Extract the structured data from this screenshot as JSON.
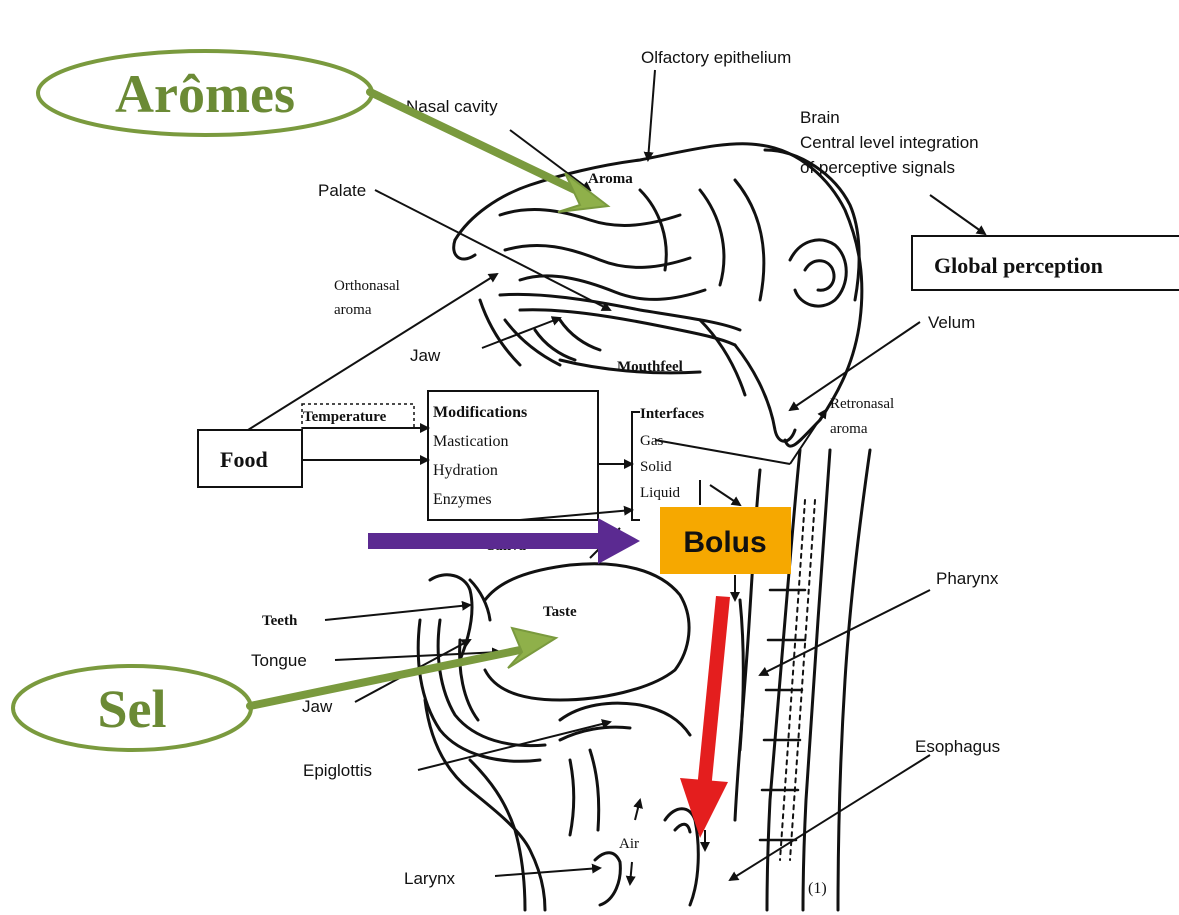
{
  "overlays": {
    "aromes": "Arômes",
    "sel": "Sel",
    "bolus": "Bolus"
  },
  "labels": {
    "olfactory": "Olfactory epithelium",
    "nasal_cavity": "Nasal cavity",
    "brain": "Brain",
    "brain_desc_1": "Central level integration",
    "brain_desc_2": "of perceptive signals",
    "aroma": "Aroma",
    "palate": "Palate",
    "global_perception": "Global perception",
    "orthonasal_1": "Orthonasal",
    "orthonasal_2": "aroma",
    "velum": "Velum",
    "jaw_upper": "Jaw",
    "mouthfeel": "Mouthfeel",
    "temperature": "Temperature",
    "modifications": "Modifications",
    "mastication": "Mastication",
    "hydration": "Hydration",
    "enzymes": "Enzymes",
    "interfaces": "Interfaces",
    "gas": "Gas",
    "solid": "Solid",
    "liquid": "Liquid",
    "retronasal_1": "Retronasal",
    "retronasal_2": "aroma",
    "food": "Food",
    "saliva": "Saliva",
    "pharynx": "Pharynx",
    "teeth": "Teeth",
    "taste": "Taste",
    "tongue": "Tongue",
    "jaw_lower": "Jaw",
    "epiglottis": "Epiglottis",
    "esophagus": "Esophagus",
    "air": "Air",
    "larynx": "Larynx",
    "footnote": "(1)"
  },
  "colors": {
    "green": "#7a9a3e",
    "green_text": "#6b8a35",
    "purple": "#5b2a91",
    "orange": "#f6a800",
    "red": "#e41e1e",
    "ink": "#111111"
  }
}
